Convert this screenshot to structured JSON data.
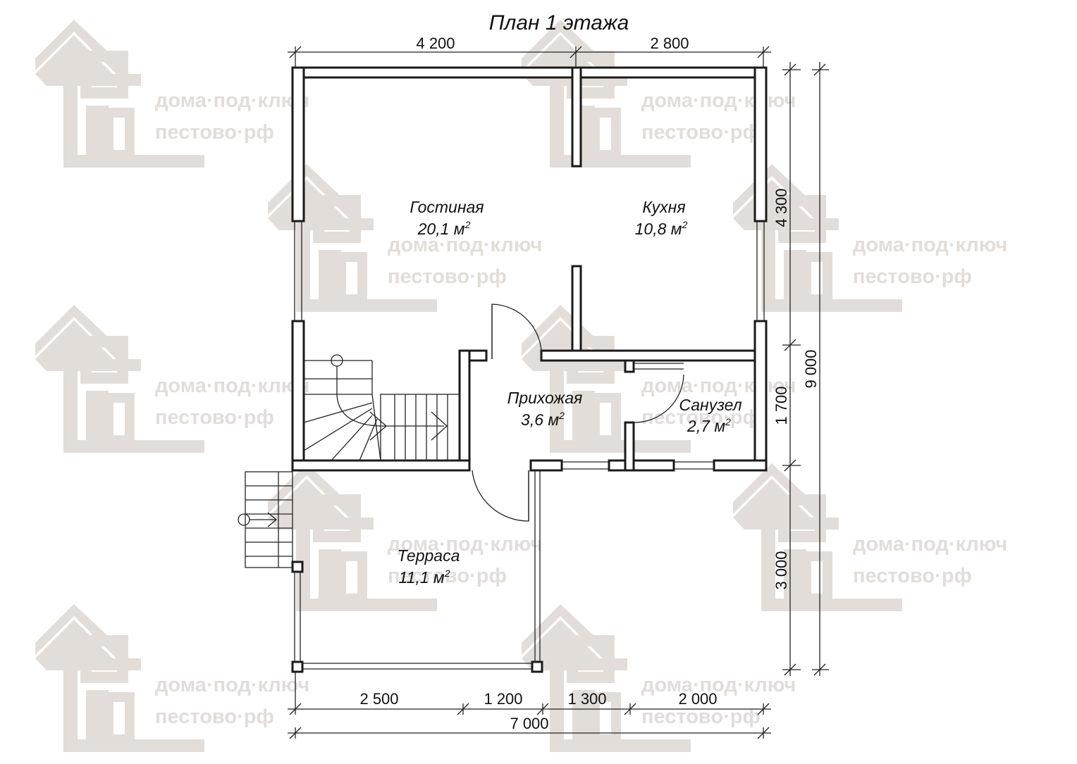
{
  "title": "План 1 этажа",
  "watermark": {
    "line1": "дома·под·ключ",
    "line2": "пестово·рф",
    "color": "#e2ddd8"
  },
  "rooms": [
    {
      "name": "Гостиная",
      "area": "20,1 м",
      "sup": "2"
    },
    {
      "name": "Кухня",
      "area": "10,8 м",
      "sup": "2"
    },
    {
      "name": "Прихожая",
      "area": "3,6 м",
      "sup": "2"
    },
    {
      "name": "Санузел",
      "area": "2,7 м",
      "sup": "2"
    },
    {
      "name": "Терраса",
      "area": "11,1 м",
      "sup": "2"
    }
  ],
  "dimensions": {
    "top": [
      "4 200",
      "2 800"
    ],
    "bottom": [
      "2 500",
      "1 200",
      "1 300",
      "2 000"
    ],
    "bottom_total": "7 000",
    "right": [
      "4 300",
      "1 700",
      "3 000"
    ],
    "right_total": "9 000"
  }
}
